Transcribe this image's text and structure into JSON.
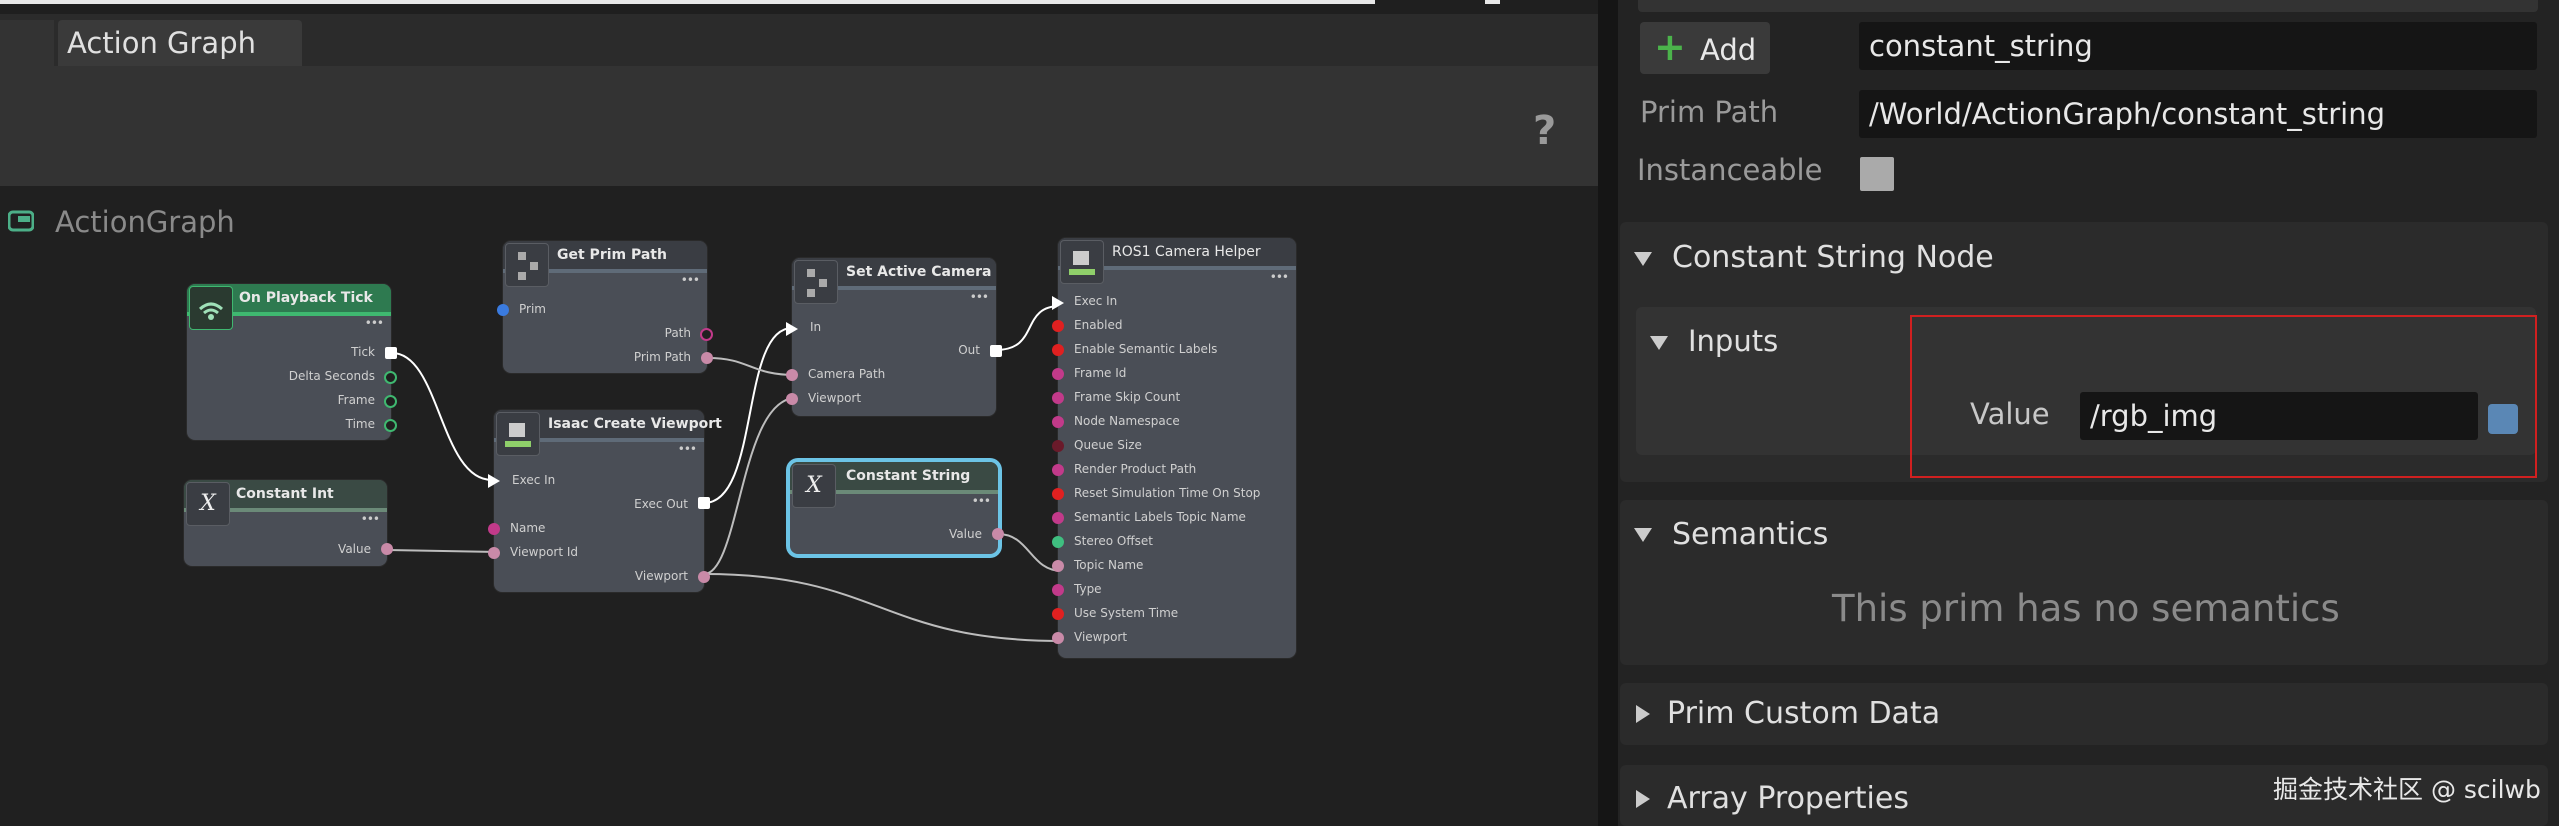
{
  "tabs": {
    "active_label": "Action Graph"
  },
  "help_icon": "question-icon",
  "graph": {
    "title": "ActionGraph",
    "nodes": {
      "playback": {
        "title": "On Playback Tick",
        "ports": [
          "Tick",
          "Delta Seconds",
          "Frame",
          "Time"
        ]
      },
      "get_prim_path": {
        "title": "Get Prim Path",
        "ports": [
          "Prim",
          "Path",
          "Prim Path"
        ]
      },
      "set_active_camera": {
        "title": "Set Active Camera",
        "ports": [
          "In",
          "Out",
          "Camera Path",
          "Viewport"
        ]
      },
      "ros1_camera_helper": {
        "title": "ROS1 Camera Helper",
        "ports": [
          "Exec In",
          "Enabled",
          "Enable Semantic Labels",
          "Frame Id",
          "Frame Skip Count",
          "Node Namespace",
          "Queue Size",
          "Render Product Path",
          "Reset Simulation Time On Stop",
          "Semantic Labels Topic Name",
          "Stereo Offset",
          "Topic Name",
          "Type",
          "Use System Time",
          "Viewport"
        ]
      },
      "isaac_create_viewport": {
        "title": "Isaac Create Viewport",
        "ports": [
          "Exec In",
          "Exec Out",
          "Name",
          "Viewport Id",
          "Viewport"
        ]
      },
      "constant_int": {
        "title": "Constant Int",
        "ports": [
          "Value"
        ]
      },
      "constant_string": {
        "title": "Constant String",
        "ports": [
          "Value"
        ]
      },
      "dots": "•••",
      "var_glyph": "X"
    }
  },
  "props": {
    "add_label": "Add",
    "name_value": "constant_string",
    "prim_path_label": "Prim Path",
    "prim_path_value": "/World/ActionGraph/constant_string",
    "instanceable_label": "Instanceable",
    "section_node": "Constant String Node",
    "section_inputs": "Inputs",
    "value_label": "Value",
    "value_value": "/rgb_img",
    "section_semantics": "Semantics",
    "no_semantics": "This prim has no semantics",
    "section_custom_data": "Prim Custom Data",
    "section_array": "Array Properties",
    "accent_color": "#5a87b5",
    "highlight_color": "#d02020"
  },
  "watermark": "掘金技术社区 @ scilwb"
}
